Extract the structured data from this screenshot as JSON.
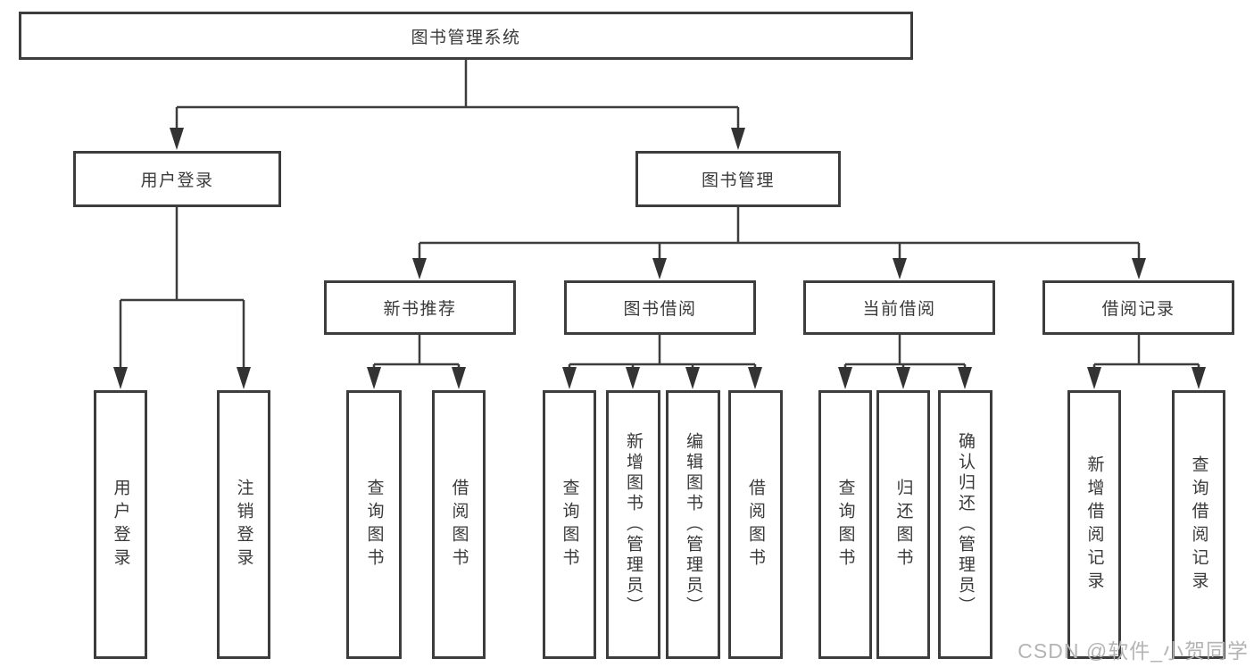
{
  "nodes": {
    "root": "图书管理系统",
    "user_login": "用户登录",
    "book_mgmt": "图书管理",
    "new_books": "新书推荐",
    "book_borrow": "图书借阅",
    "current_borrow": "当前借阅",
    "borrow_records": "借阅记录",
    "leaves_user_login": [
      "用户登录",
      "注销登录"
    ],
    "leaves_new_books": [
      "查询图书",
      "借阅图书"
    ],
    "leaves_book_borrow": [
      "查询图书",
      "新增图书（管理员）",
      "编辑图书（管理员）",
      "借阅图书"
    ],
    "leaves_current_borrow": [
      "查询图书",
      "归还图书",
      "确认归还（管理员）"
    ],
    "leaves_borrow_records": [
      "新增借阅记录",
      "查询借阅记录"
    ]
  },
  "watermark": "CSDN @软件_小贺同学",
  "colors": {
    "line": "#3d3d3d",
    "text": "#3a3a3a",
    "box_background": "#ffffff",
    "watermark": "#b4b4b4"
  }
}
